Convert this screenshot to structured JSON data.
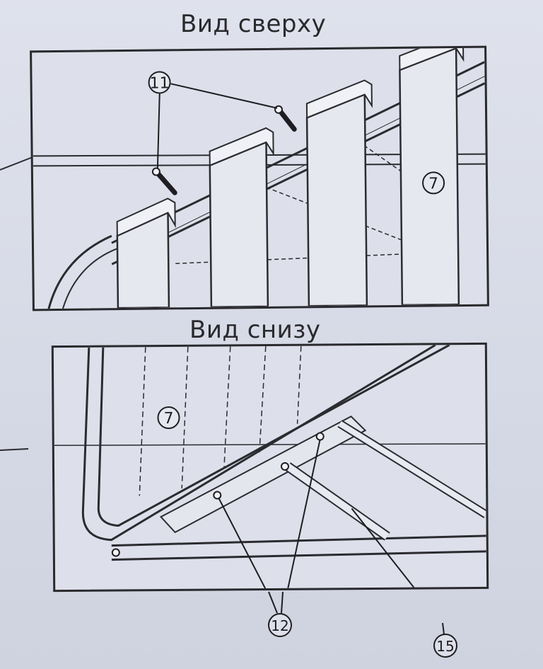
{
  "captions": {
    "top_view": "Вид сверху",
    "bottom_view": "Вид снизу"
  },
  "callouts": {
    "bolt_top": "11",
    "slat_top": "7",
    "slat_bottom": "7",
    "bolts_bottom": "12",
    "gas_strut": "15"
  }
}
